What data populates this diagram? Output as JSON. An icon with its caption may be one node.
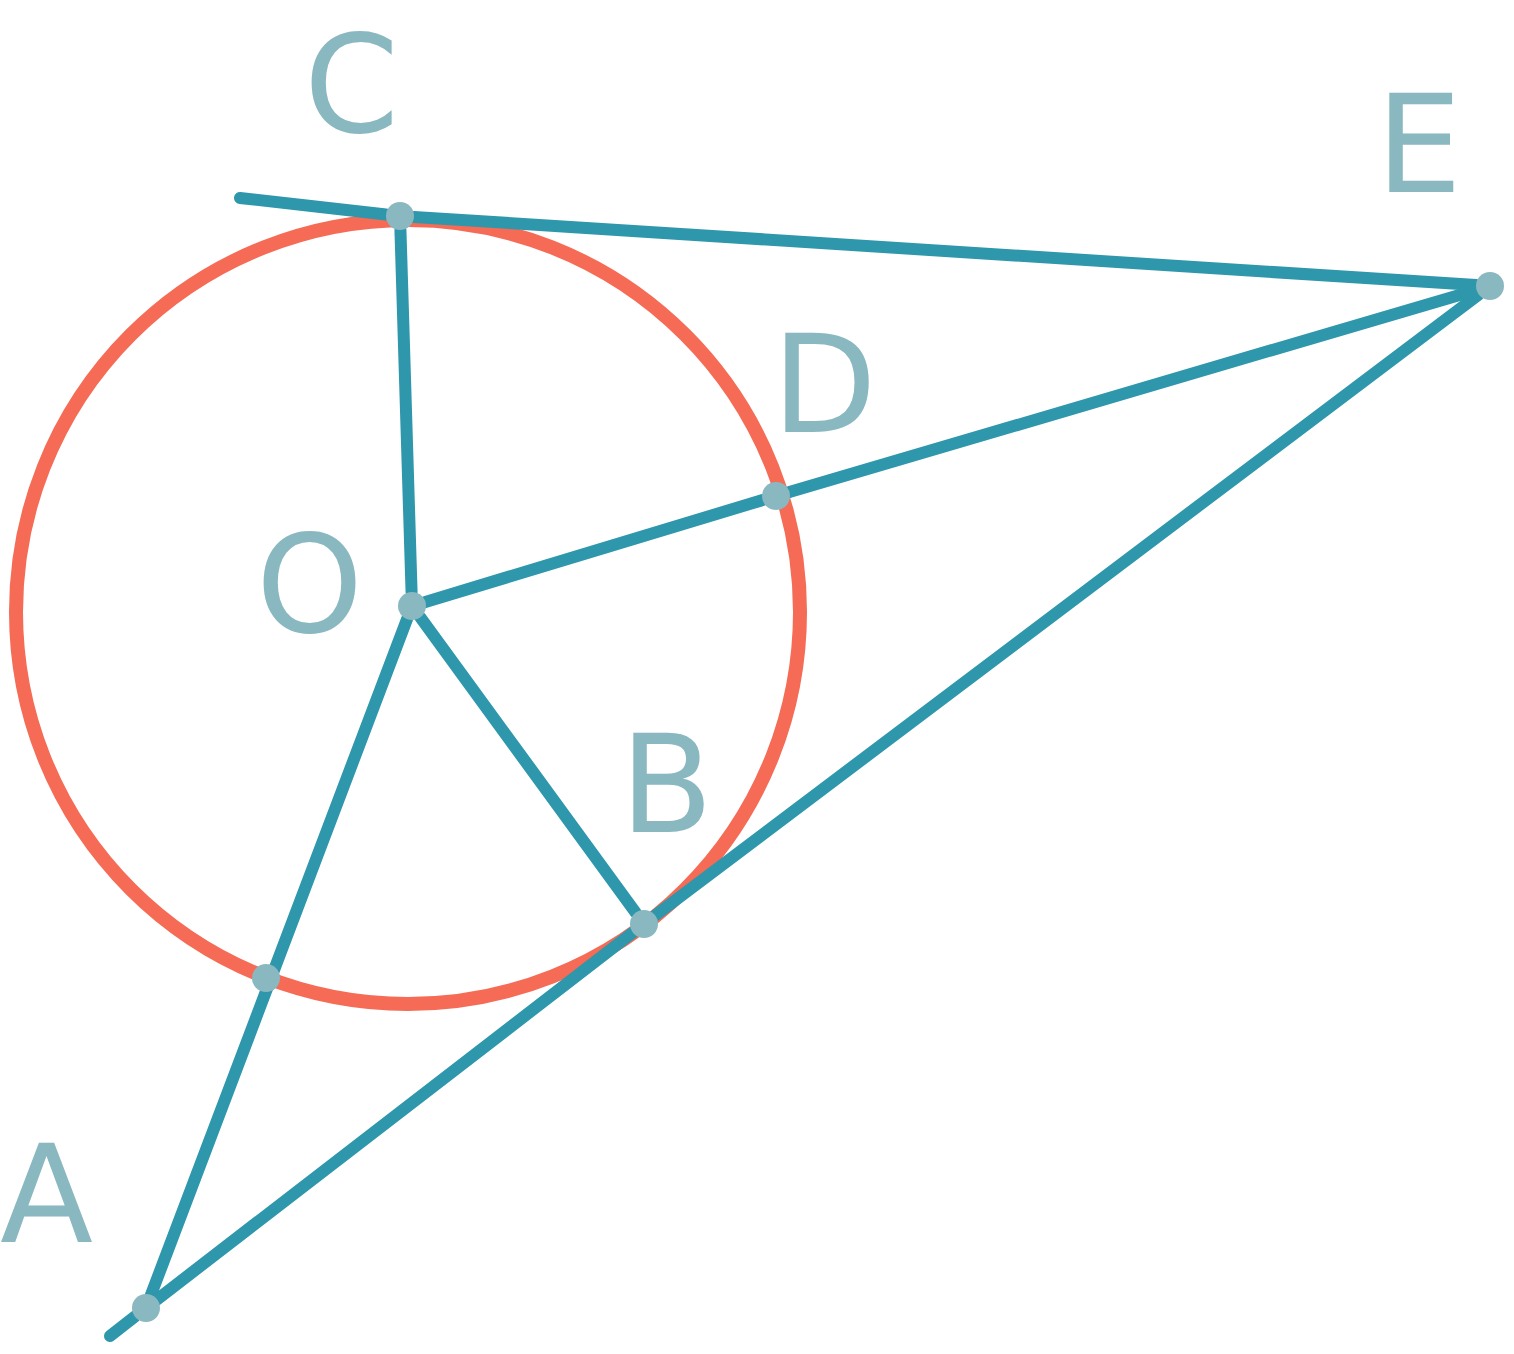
{
  "diagram": {
    "nodes": [
      {
        "text": [],
        "shape": "circle",
        "beside": [
          "C"
        ]
      },
      {
        "text": [],
        "shape": "circle",
        "beside": [
          "E"
        ]
      },
      {
        "text": [],
        "shape": "circle",
        "beside": [
          "D"
        ]
      },
      {
        "text": [],
        "shape": "circle",
        "beside": [
          "O"
        ]
      },
      {
        "text": [],
        "shape": "circle",
        "beside": [
          "B"
        ]
      },
      {
        "text": [],
        "shape": "circle",
        "beside": [
          "A"
        ]
      }
    ],
    "edges": [
      {
        "from": null,
        "to": 0,
        "arrow": "none"
      },
      {
        "from": 0,
        "to": 1,
        "arrow": "none"
      },
      {
        "from": 3,
        "to": 0,
        "arrow": "none"
      },
      {
        "from": 3,
        "to": 2,
        "arrow": "none"
      },
      {
        "from": 2,
        "to": 1,
        "arrow": "none"
      },
      {
        "from": 3,
        "to": 4,
        "arrow": "none"
      },
      {
        "from": 5,
        "to": 3,
        "arrow": "none"
      },
      {
        "from": null,
        "to": 5,
        "arrow": "none"
      },
      {
        "from": 5,
        "to": 4,
        "arrow": "none"
      },
      {
        "from": 4,
        "to": 1,
        "arrow": "none"
      }
    ]
  }
}
